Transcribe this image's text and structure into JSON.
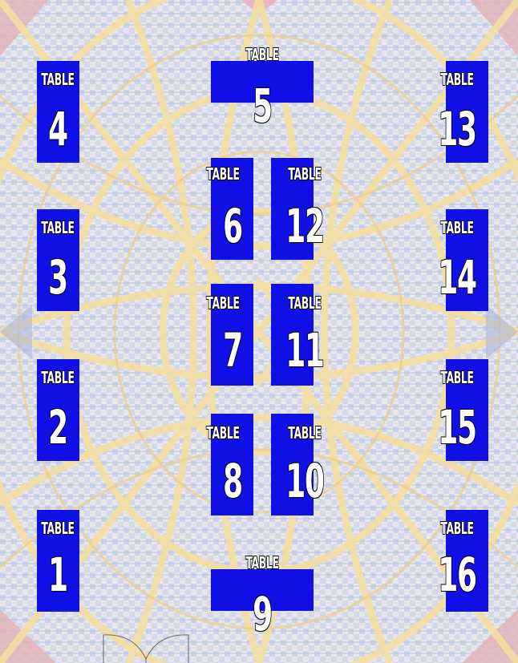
{
  "tables": [
    {
      "id": "table-4",
      "label": "TABLE",
      "number": "4"
    },
    {
      "id": "table-5",
      "label": "TABLE",
      "number": "5"
    },
    {
      "id": "table-13",
      "label": "TABLE",
      "number": "13"
    },
    {
      "id": "table-6",
      "label": "TABLE",
      "number": "6"
    },
    {
      "id": "table-12",
      "label": "TABLE",
      "number": "12"
    },
    {
      "id": "table-3",
      "label": "TABLE",
      "number": "3"
    },
    {
      "id": "table-14",
      "label": "TABLE",
      "number": "14"
    },
    {
      "id": "table-7",
      "label": "TABLE",
      "number": "7"
    },
    {
      "id": "table-11",
      "label": "TABLE",
      "number": "11"
    },
    {
      "id": "table-2",
      "label": "TABLE",
      "number": "2"
    },
    {
      "id": "table-15",
      "label": "TABLE",
      "number": "15"
    },
    {
      "id": "table-8",
      "label": "TABLE",
      "number": "8"
    },
    {
      "id": "table-10",
      "label": "TABLE",
      "number": "10"
    },
    {
      "id": "table-1",
      "label": "TABLE",
      "number": "1"
    },
    {
      "id": "table-16",
      "label": "TABLE",
      "number": "16"
    },
    {
      "id": "table-9",
      "label": "TABLE",
      "number": "9"
    }
  ],
  "colors": {
    "table_fill": "#1010e6",
    "label_text": "#ffffff",
    "background_yellow": "#f3d98a",
    "background_blue": "#b7c3e2",
    "background_red": "#d98a93"
  },
  "background": "woven-fabric-pattern"
}
